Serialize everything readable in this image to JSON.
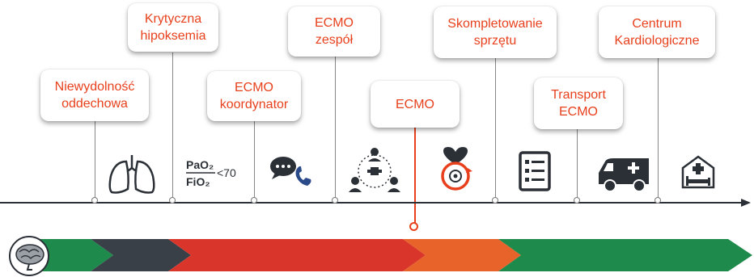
{
  "steps": [
    {
      "line1": "Niewydolność",
      "line2": "oddechowa"
    },
    {
      "line1": "Krytyczna",
      "line2": "hipoksemia"
    },
    {
      "line1": "ECMO",
      "line2": "koordynator"
    },
    {
      "line1": "ECMO",
      "line2": "zespół"
    },
    {
      "line1": "ECMO",
      "line2": ""
    },
    {
      "line1": "Skompletowanie",
      "line2": "sprzętu"
    },
    {
      "line1": "Transport",
      "line2": "ECMO"
    },
    {
      "line1": "Centrum",
      "line2": "Kardiologiczne"
    }
  ],
  "ratio": {
    "numerator": "PaO₂",
    "denominator": "FiO₂",
    "threshold": "<70"
  },
  "icons": [
    "lungs-icon",
    "ratio-icon",
    "phone-chat-icon",
    "team-network-icon",
    "heart-circulation-icon",
    "checklist-icon",
    "ambulance-icon",
    "hospital-bed-icon"
  ],
  "colors": {
    "accent": "#e8401c",
    "dark": "#2b2f36",
    "green": "#1e8a4c",
    "grey": "#3a4048",
    "red": "#d9352b",
    "orange": "#e8632a"
  }
}
